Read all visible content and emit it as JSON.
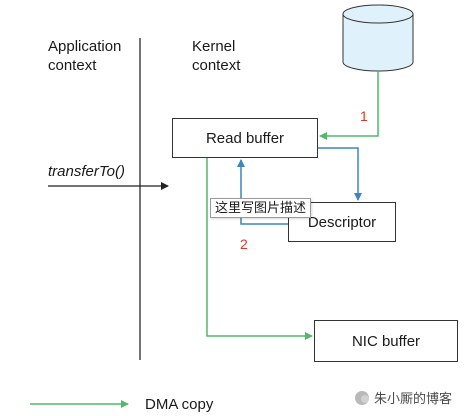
{
  "diagram": {
    "columns": {
      "application": {
        "line1": "Application",
        "line2": "context"
      },
      "kernel": {
        "line1": "Kernel",
        "line2": "context"
      }
    },
    "call_label": "transferTo()",
    "boxes": {
      "read_buffer": "Read buffer",
      "descriptor": "Descriptor",
      "nic_buffer": "NIC buffer"
    },
    "steps": {
      "step1": "1",
      "step2": "2"
    },
    "tooltip": "这里写图片描述",
    "legend": {
      "dma_label": "DMA copy"
    },
    "watermark": "朱小厮的博客",
    "colors": {
      "dma": "#52b96b",
      "cpu": "#3b86bd",
      "step": "#d9392b",
      "disk_fill": "#dff1fb",
      "disk_stroke": "#333333"
    }
  }
}
